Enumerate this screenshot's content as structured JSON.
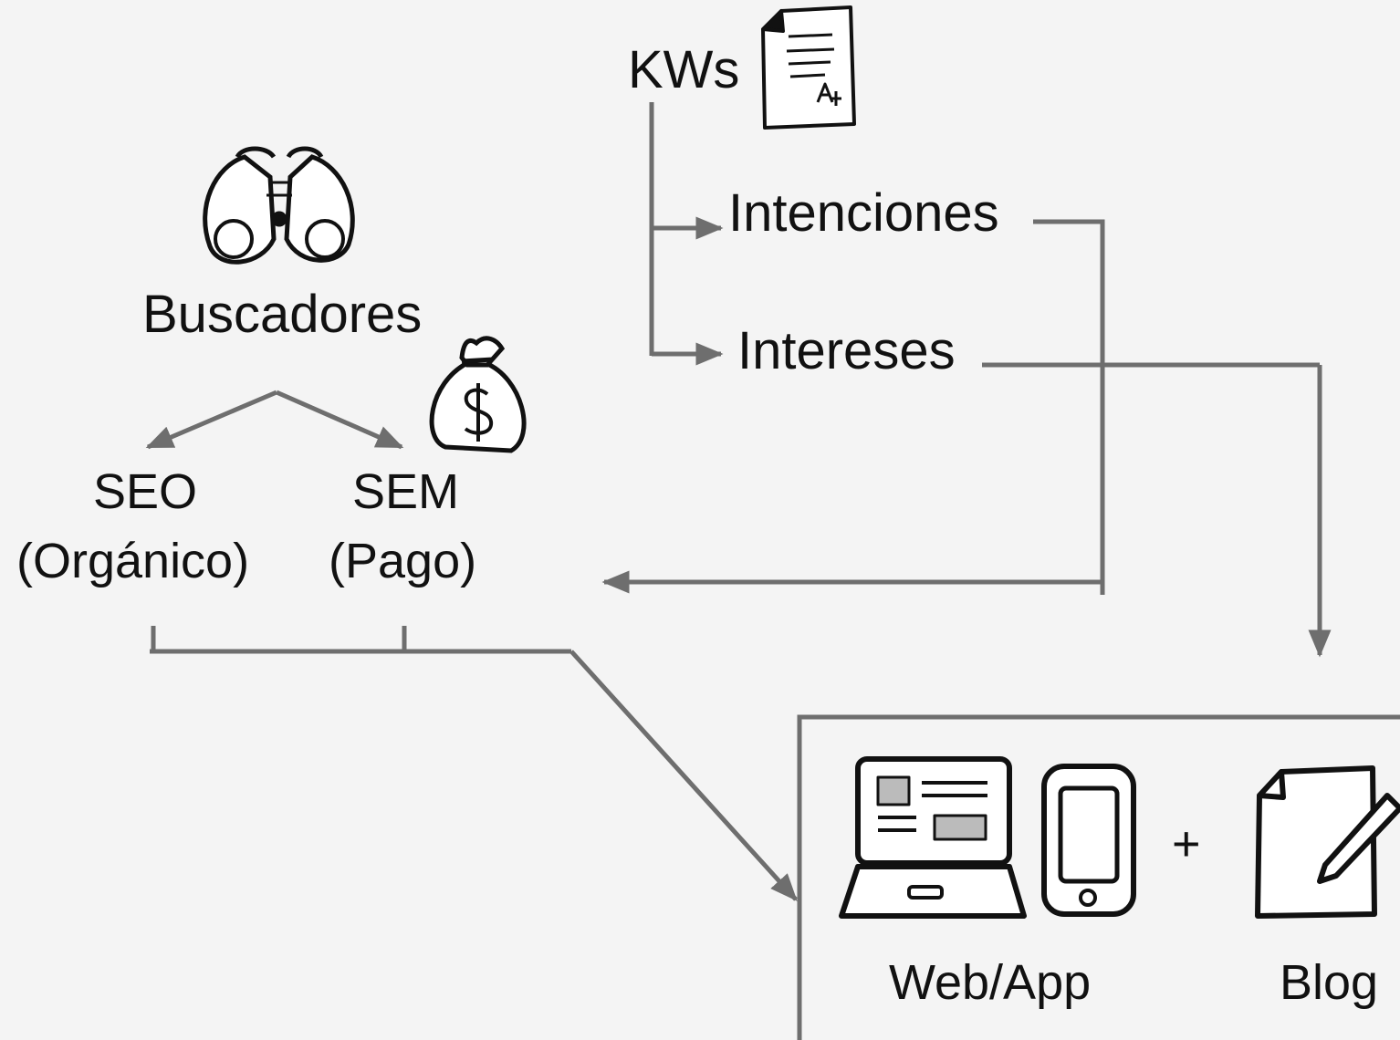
{
  "kws": {
    "label": "KWs",
    "icon": "graded-document-icon"
  },
  "intenciones": {
    "label": "Intenciones"
  },
  "intereses": {
    "label": "Intereses"
  },
  "buscadores": {
    "label": "Buscadores",
    "icon": "binoculars-icon"
  },
  "seo": {
    "label": "SEO",
    "sublabel": "(Orgánico)"
  },
  "sem": {
    "label": "SEM",
    "sublabel": "(Pago)",
    "icon": "money-bag-icon"
  },
  "destination": {
    "web_app": {
      "label": "Web/App",
      "icons": [
        "laptop-icon",
        "smartphone-icon"
      ]
    },
    "plus": "+",
    "blog": {
      "label": "Blog",
      "icon": "document-pencil-icon"
    }
  },
  "colors": {
    "arrow": "#6e6e6e",
    "stroke": "#111111",
    "background": "#f4f4f4"
  }
}
